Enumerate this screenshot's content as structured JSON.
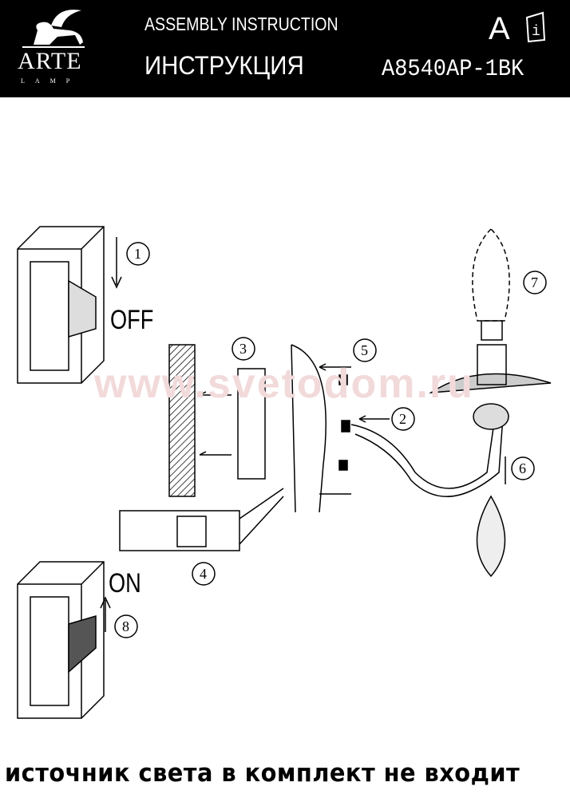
{
  "header": {
    "brand": "ARTE",
    "brand_sub": "LAMP",
    "title_en": "ASSEMBLY INSTRUCTION",
    "title_ru": "ИНСТРУКЦИЯ",
    "model": "A8540AP-1BK",
    "language": "A"
  },
  "diagram": {
    "off_label": "OFF",
    "on_label": "ON",
    "steps": [
      "1",
      "2",
      "3",
      "4",
      "5",
      "6",
      "7",
      "8"
    ],
    "watermark": "www.svetodom.ru"
  },
  "footer": {
    "note": "источник света в комплект не входит"
  }
}
